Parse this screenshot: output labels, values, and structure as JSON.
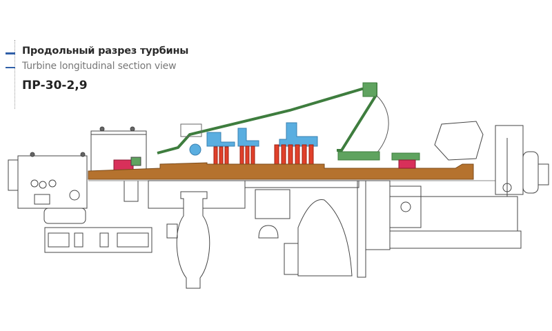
{
  "header": {
    "title_ru": "Продольный разрез турбины",
    "title_en": "Turbine longitudinal section view",
    "model": "ПР-30-2,9"
  },
  "colors": {
    "accent": "#2f5fa8",
    "rotor": "#b5722e",
    "casing": "#5fa35f",
    "diaphragm": "#5aaee0",
    "blades": "#e0402a",
    "bearing": "#d8305a"
  }
}
